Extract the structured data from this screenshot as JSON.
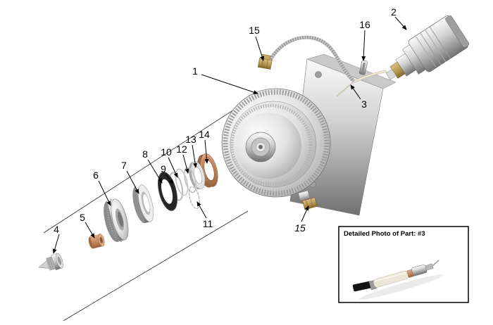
{
  "diagram": {
    "part_labels": [
      "1",
      "2",
      "3",
      "4",
      "5",
      "6",
      "7",
      "8",
      "9",
      "10",
      "11",
      "12",
      "13",
      "14",
      "15",
      "15",
      "16"
    ]
  },
  "inset": {
    "title": "Detailed Photo of Part: #3"
  },
  "colors": {
    "background": "#ffffff",
    "outline": "#000000",
    "metal_light": "#f4f4f4",
    "metal_mid": "#b9b9b9",
    "metal_dark": "#787878",
    "brass": "#b79a58",
    "copper": "#c38e68",
    "seal": "#262626",
    "cable_sleeve": "#eae6d8"
  }
}
